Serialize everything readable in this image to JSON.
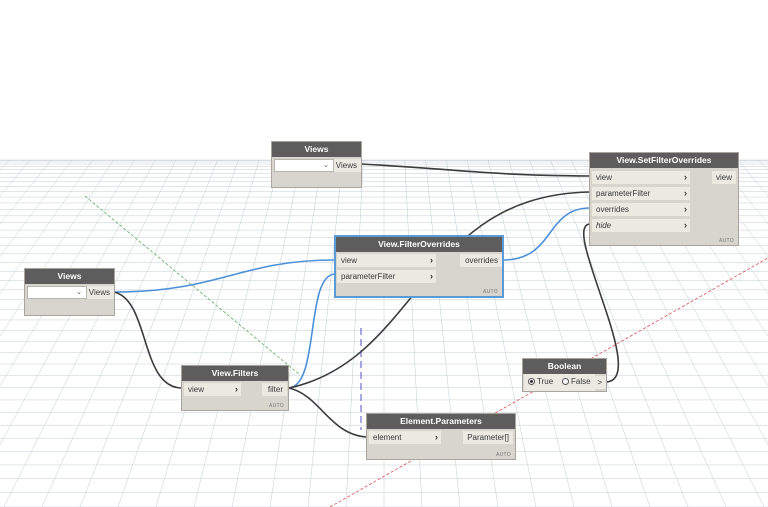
{
  "nodes": {
    "views_top": {
      "title": "Views",
      "output": "Views"
    },
    "views_left": {
      "title": "Views",
      "output": "Views"
    },
    "set_filter_overrides": {
      "title": "View.SetFilterOverrides",
      "inputs": [
        "view",
        "parameterFilter",
        "overrides",
        "hide"
      ],
      "output": "view",
      "lacing": "AUTO"
    },
    "filter_overrides": {
      "title": "View.FilterOverrides",
      "inputs": [
        "view",
        "parameterFilter"
      ],
      "output": "overrides",
      "lacing": "AUTO"
    },
    "view_filters": {
      "title": "View.Filters",
      "input": "view",
      "output": "filter",
      "lacing": "AUTO"
    },
    "element_parameters": {
      "title": "Element.Parameters",
      "input": "element",
      "output": "Parameter[]",
      "lacing": "AUTO"
    },
    "boolean": {
      "title": "Boolean",
      "true_label": "True",
      "false_label": "False",
      "selected": "True",
      "output": ">"
    }
  },
  "colors": {
    "wire_default": "#3c3c3c",
    "wire_selected": "#4a90d9",
    "node_header": "#5d5d5d",
    "node_body": "#d8d5cf",
    "grid": "#c3ccd6",
    "axis_x": "#e05050",
    "axis_z": "#58b058",
    "axis_y": "#4040c0"
  }
}
